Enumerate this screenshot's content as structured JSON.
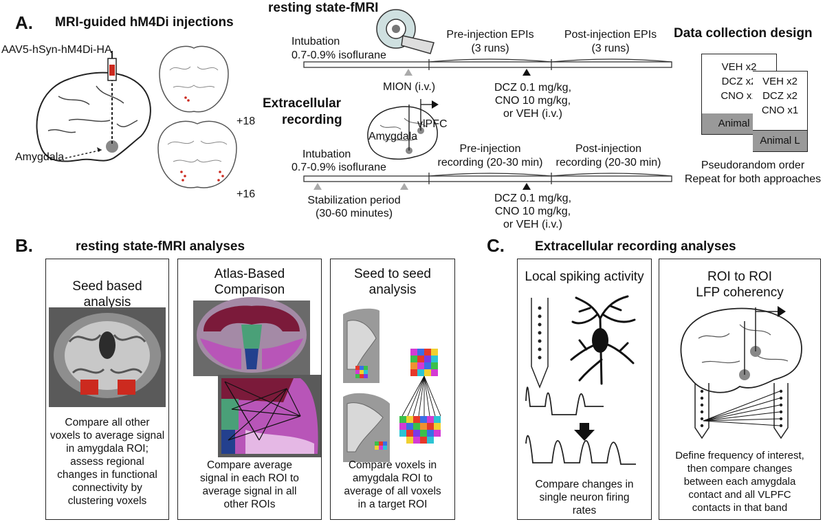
{
  "panel_a": {
    "letter": "A.",
    "title": "MRI-guided hM4Di injections",
    "virus": "AAV5-hSyn-hM4Di-HA",
    "amygdala": "Amygdala",
    "slice_top": "+18",
    "slice_bottom": "+16",
    "fmri": {
      "title": "resting state-fMRI",
      "intubation": "Intubation",
      "iso": "0.7-0.9% isoflurane",
      "pre_title": "Pre-injection EPIs",
      "pre_runs": "(3 runs)",
      "post_title": "Post-injection EPIs",
      "post_runs": "(3 runs)",
      "mion": "MION (i.v.)",
      "drug": [
        "DCZ 0.1 mg/kg,",
        "CNO 10 mg/kg,",
        "or VEH (i.v.)"
      ]
    },
    "ephys": {
      "title": [
        "Extracellular",
        "recording"
      ],
      "amygdala": "Amygdala",
      "vlpfc": "vlPFC",
      "intubation": "Intubation",
      "iso": "0.7-0.9% isoflurane",
      "pre": [
        "Pre-injection",
        "recording (20-30 min)"
      ],
      "post": [
        "Post-injection",
        "recording (20-30 min)"
      ],
      "stab": [
        "Stabilization period",
        "(30-60 minutes)"
      ],
      "drug": [
        "DCZ 0.1 mg/kg,",
        "CNO 10 mg/kg,",
        "or VEH (i.v.)"
      ]
    },
    "design": {
      "title": "Data collection design",
      "animal_h": {
        "list": [
          "VEH x2",
          "DCZ x2",
          "CNO x1"
        ],
        "name": "Animal H"
      },
      "animal_l": {
        "list": [
          "VEH x2",
          "DCZ x2",
          "CNO x1"
        ],
        "name": "Animal L"
      },
      "note": [
        "Pseudorandom order",
        "Repeat for both approaches"
      ]
    }
  },
  "panel_b": {
    "letter": "B.",
    "title": "resting state-fMRI analyses",
    "boxes": [
      {
        "title": [
          "Seed based",
          "analysis"
        ],
        "desc": [
          "Compare all other",
          "voxels to average signal",
          "in amygdala ROI;",
          "assess regional",
          "changes in functional",
          "connectivity by",
          "clustering voxels"
        ]
      },
      {
        "title": [
          "Atlas-Based",
          "Comparison"
        ],
        "desc": [
          "Compare average",
          "signal in each ROI to",
          "average signal in all",
          "other ROIs"
        ]
      },
      {
        "title": [
          "Seed to seed",
          "analysis"
        ],
        "desc": [
          "Compare voxels in",
          "amygdala ROI to",
          "average of all voxels",
          "in a target ROI"
        ]
      }
    ]
  },
  "panel_c": {
    "letter": "C.",
    "title": "Extracellular recording analyses",
    "boxes": [
      {
        "title": [
          "Local spiking activity"
        ],
        "desc": [
          "Compare changes in",
          "single neuron firing",
          "rates"
        ]
      },
      {
        "title": [
          "ROI to ROI",
          "LFP coherency"
        ],
        "desc": [
          "Define frequency of interest,",
          "then compare changes",
          "between each amygdala",
          "contact and all VLPFC",
          "contacts in that band"
        ]
      }
    ]
  },
  "colors": {
    "roi_red": "#cc2a1f",
    "timeline_gray": "#aaaaaa",
    "animal_bar": "#999999"
  }
}
